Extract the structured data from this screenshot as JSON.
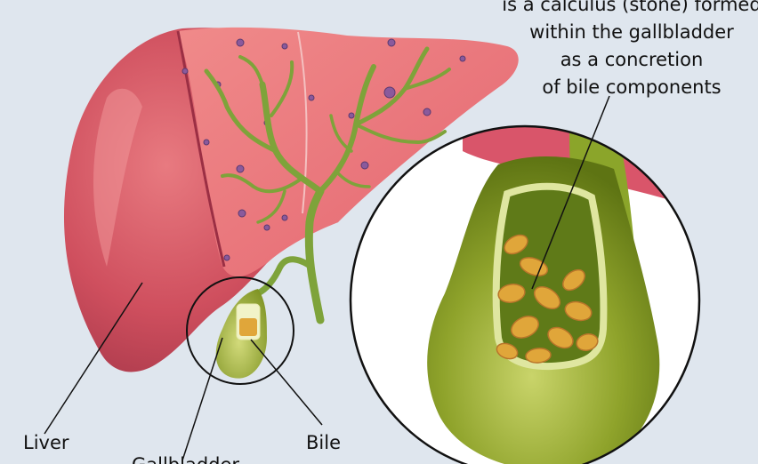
{
  "caption": {
    "lines": [
      "is a calculus (stone) formed",
      "within the gallbladder",
      "as a concretion",
      "of bile components"
    ]
  },
  "labels": {
    "liver": "Liver",
    "gallbladder": "Gallbladder",
    "bile": "Bile"
  },
  "colors": {
    "background": "#dfe6ee",
    "liver_dark": "#c94a5a",
    "liver_light": "#e86a73",
    "liver_inner": "#f2a3a3",
    "duct_green": "#7ea33a",
    "gallbladder_green": "#8ba52a",
    "stone_orange": "#e0a63a",
    "outline": "#111111"
  }
}
